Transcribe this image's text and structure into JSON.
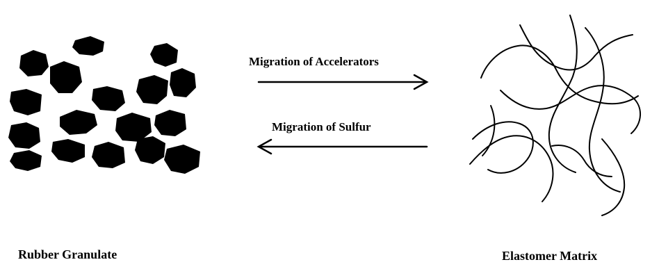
{
  "arrows": {
    "top_label": "Migration of Accelerators",
    "bottom_label": "Migration of Sulfur"
  },
  "captions": {
    "left": "Rubber Granulate",
    "right": "Elastomer Matrix"
  },
  "colors": {
    "ink": "#000000",
    "background": "#ffffff"
  }
}
